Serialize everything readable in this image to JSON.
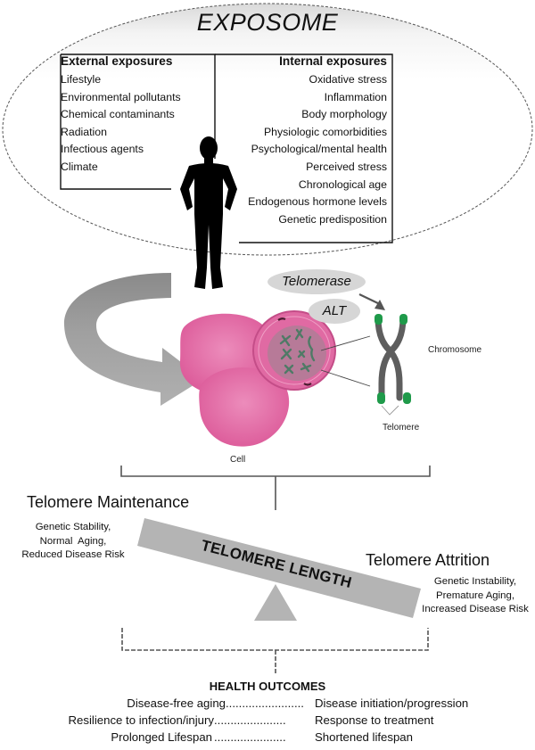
{
  "exposome": {
    "title": "EXPOSOME",
    "external": {
      "heading": "External exposures",
      "items": [
        "Lifestyle",
        "Environmental pollutants",
        "Chemical contaminants",
        "Radiation",
        "Infectious agents",
        "Climate"
      ]
    },
    "internal": {
      "heading": "Internal exposures",
      "items": [
        "Oxidative stress",
        "Inflammation",
        "Body morphology",
        "Physiologic comorbidities",
        "Psychological/mental health",
        "Perceived stress",
        "Chronological age",
        "Endogenous hormone levels",
        "Genetic predisposition"
      ]
    }
  },
  "cell_diagram": {
    "telomerase_label": "Telomerase",
    "alt_label": "ALT",
    "chromosome_label": "Chromosome",
    "telomere_label": "Telomere",
    "cell_label": "Cell"
  },
  "balance": {
    "beam_label": "TELOMERE LENGTH",
    "maintenance": {
      "title": "Telomere Maintenance",
      "lines": [
        "Genetic Stability,",
        "Normal  Aging,",
        "Reduced Disease Risk"
      ]
    },
    "attrition": {
      "title": "Telomere Attrition",
      "lines": [
        "Genetic Instability,",
        "Premature Aging,",
        "Increased Disease Risk"
      ]
    }
  },
  "health_outcomes": {
    "title": "HEALTH OUTCOMES",
    "rows": [
      {
        "left": "Disease-free aging",
        "dots": "........................",
        "right": "Disease initiation/progression"
      },
      {
        "left": "Resilience to infection/injury",
        "dots": "......................",
        "right": "Response to treatment"
      },
      {
        "left": "Prolonged Lifespan",
        "dots": "......................",
        "right": "Shortened lifespan"
      }
    ]
  },
  "colors": {
    "cell_pink": "#e0629f",
    "cell_pink_light": "#ec8cbb",
    "nucleus": "#b77a98",
    "chromosome_gray": "#5e5e5e",
    "telomere_green": "#1f9a4a",
    "arrow_gray": "#a8a8a8",
    "beam_gray": "#b4b4b4",
    "pill_gray": "#d6d6d6"
  }
}
